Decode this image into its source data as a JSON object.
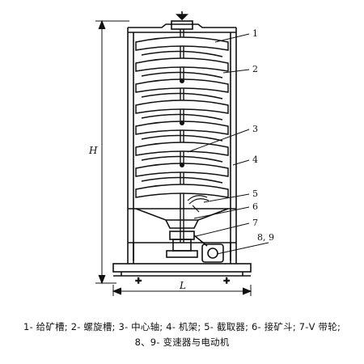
{
  "dimension_labels": {
    "height": "H",
    "length": "L"
  },
  "callouts": [
    "1",
    "2",
    "3",
    "4",
    "5",
    "6",
    "7",
    "8, 9"
  ],
  "caption": {
    "line1": "1- 给矿槽;  2- 螺旋槽;  3- 中心轴;  4- 机架;  5- 截取器;  6- 接矿斗;  7-V 带轮;",
    "line2": "8、9- 变速器与电动机"
  }
}
